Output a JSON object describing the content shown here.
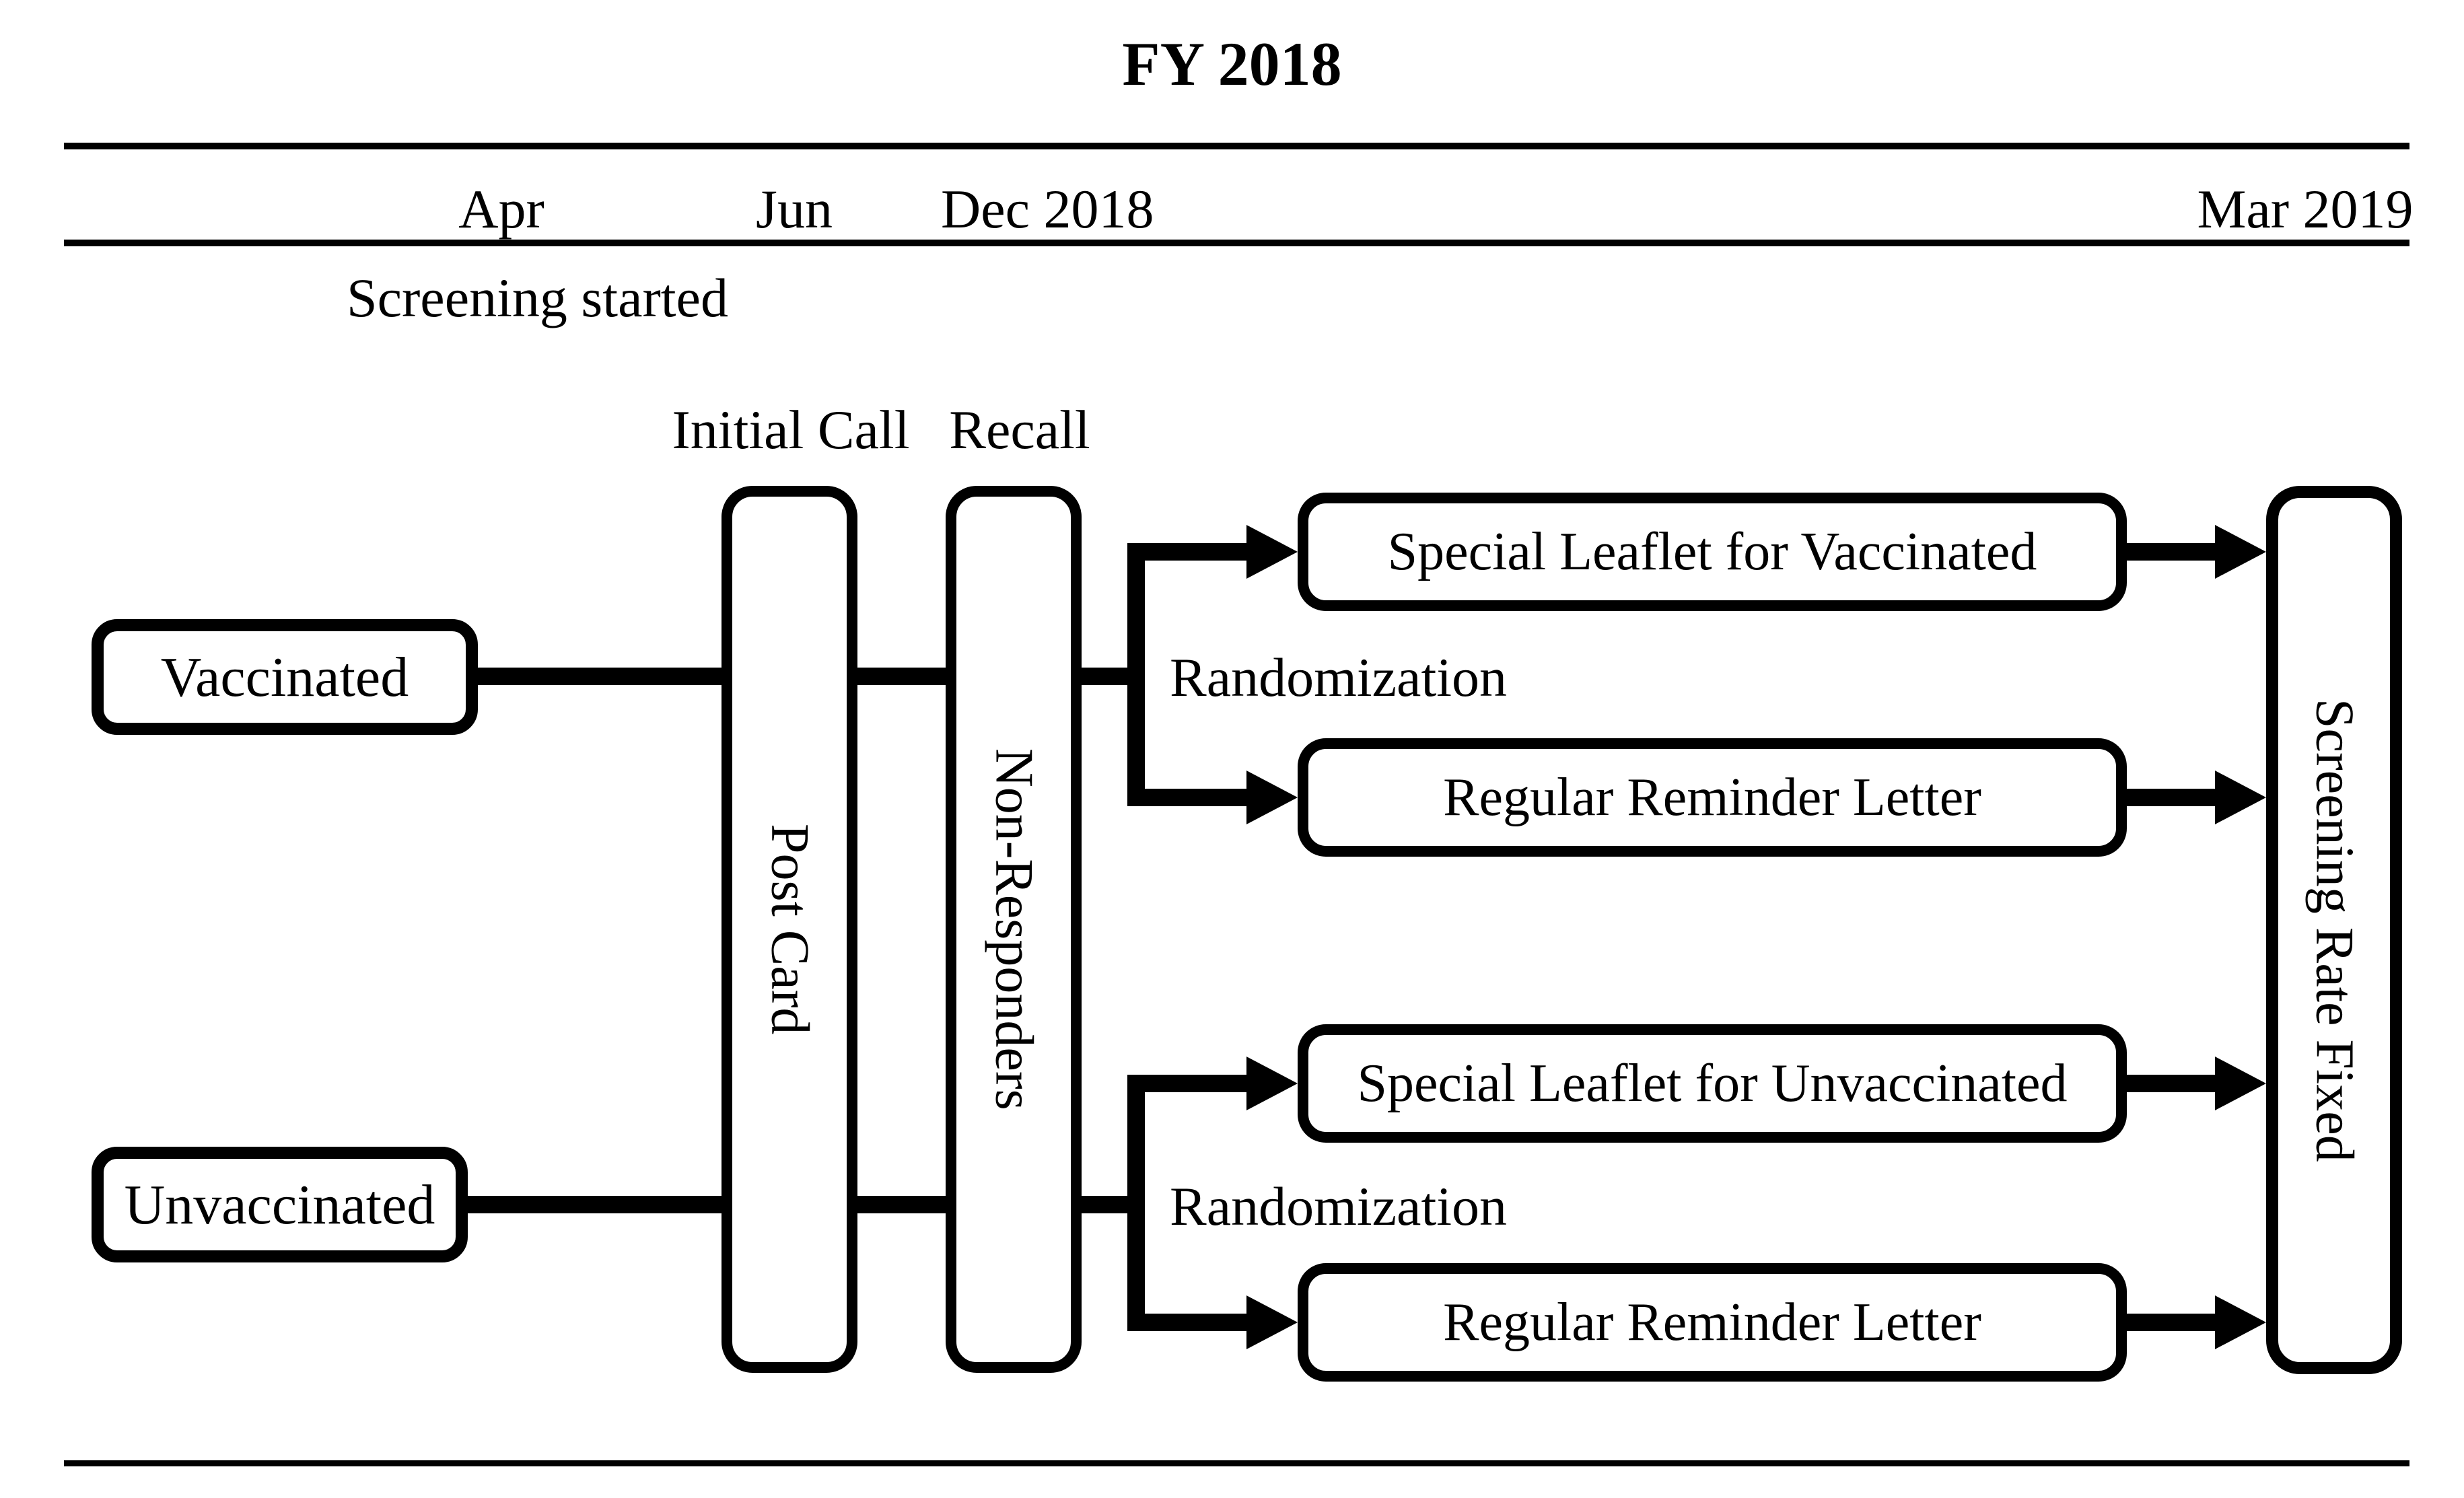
{
  "colors": {
    "ink": "#000000",
    "paper": "#ffffff"
  },
  "header": {
    "title": "FY 2018"
  },
  "timeline": {
    "apr": "Apr",
    "jun": "Jun",
    "dec": "Dec 2018",
    "mar": "Mar 2019"
  },
  "annotations": {
    "screening_started": "Screening started",
    "initial_call": "Initial Call",
    "recall": "Recall",
    "randomization_vaccinated": "Randomization",
    "randomization_unvaccinated": "Randomization"
  },
  "nodes": {
    "vaccinated": "Vaccinated",
    "unvaccinated": "Unvaccinated",
    "post_card": "Post Card",
    "non_responders": "Non-Responders",
    "screening_rate_fixed": "Screening Rate Fixed",
    "outcome_vaccinated_leaflet": "Special Leaflet for Vaccinated",
    "outcome_vaccinated_regular": "Regular Reminder Letter",
    "outcome_unvaccinated_leaflet": "Special Leaflet for Unvaccinated",
    "outcome_unvaccinated_regular": "Regular Reminder Letter"
  }
}
